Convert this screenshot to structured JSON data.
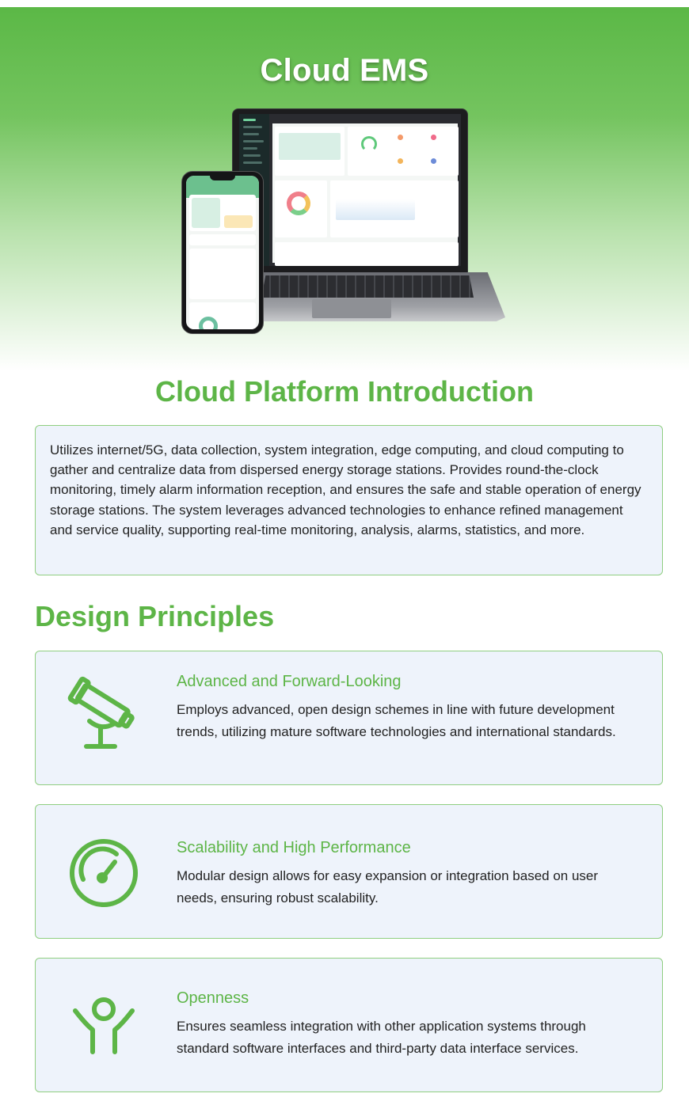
{
  "hero": {
    "title": "Cloud EMS"
  },
  "intro": {
    "title": "Cloud Platform Introduction",
    "body": "Utilizes internet/5G, data collection, system integration, edge computing, and cloud computing to gather and centralize data from dispersed energy storage stations. Provides round-the-clock monitoring, timely alarm information reception, and ensures the safe and stable operation of energy storage stations. The system leverages advanced technologies to enhance refined management and service quality, supporting real-time monitoring, analysis, alarms, statistics, and more."
  },
  "principles": {
    "title": "Design Principles",
    "items": [
      {
        "icon": "telescope-icon",
        "title": "Advanced and Forward-Looking",
        "desc": "Employs advanced, open design schemes in line with future development trends, utilizing mature software technologies and international standards."
      },
      {
        "icon": "speedometer-icon",
        "title": "Scalability and High Performance",
        "desc": "Modular design allows for easy expansion or integration based on user needs, ensuring robust scalability."
      },
      {
        "icon": "open-person-icon",
        "title": "Openness",
        "desc": "Ensures seamless integration with other application systems through standard software interfaces and third-party data interface services."
      }
    ]
  },
  "colors": {
    "brand_green": "#5db547",
    "card_bg": "#eef3fb",
    "card_border": "#8fce80"
  }
}
